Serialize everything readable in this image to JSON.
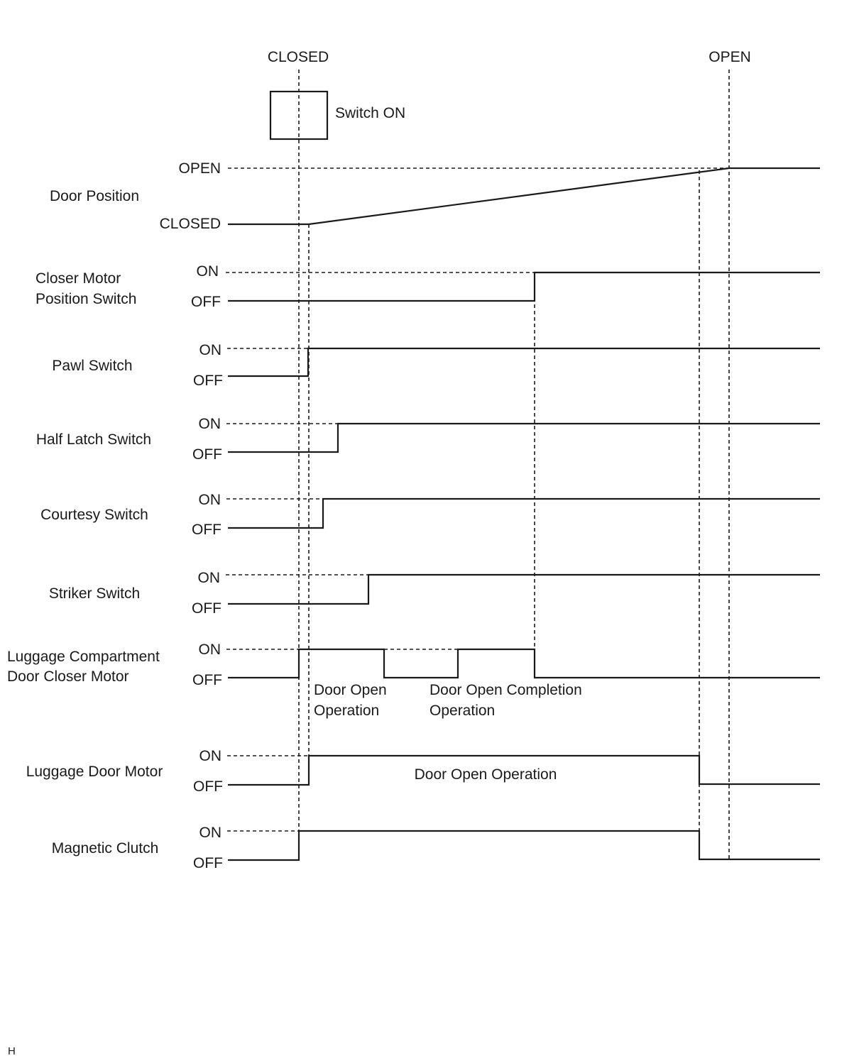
{
  "header": {
    "closed_label": "CLOSED",
    "open_label": "OPEN"
  },
  "switch_box": {
    "label": "Switch ON"
  },
  "door_position": {
    "name": "Door Position",
    "high": "OPEN",
    "low": "CLOSED"
  },
  "signals": [
    {
      "name_lines": [
        "Closer Motor",
        "Position Switch"
      ],
      "on": "ON",
      "off": "OFF"
    },
    {
      "name_lines": [
        "Pawl Switch"
      ],
      "on": "ON",
      "off": "OFF"
    },
    {
      "name_lines": [
        "Half Latch Switch"
      ],
      "on": "ON",
      "off": "OFF"
    },
    {
      "name_lines": [
        "Courtesy Switch"
      ],
      "on": "ON",
      "off": "OFF"
    },
    {
      "name_lines": [
        "Striker Switch"
      ],
      "on": "ON",
      "off": "OFF"
    },
    {
      "name_lines": [
        "Luggage Compartment",
        "Door Closer Motor"
      ],
      "on": "ON",
      "off": "OFF"
    },
    {
      "name_lines": [
        "Luggage Door Motor"
      ],
      "on": "ON",
      "off": "OFF"
    },
    {
      "name_lines": [
        "Magnetic Clutch"
      ],
      "on": "ON",
      "off": "OFF"
    }
  ],
  "annotations": {
    "closer_first": [
      "Door Open",
      "Operation"
    ],
    "closer_second": [
      "Door Open Completion",
      "Operation"
    ],
    "door_motor": "Door Open Operation"
  },
  "footer": "H"
}
